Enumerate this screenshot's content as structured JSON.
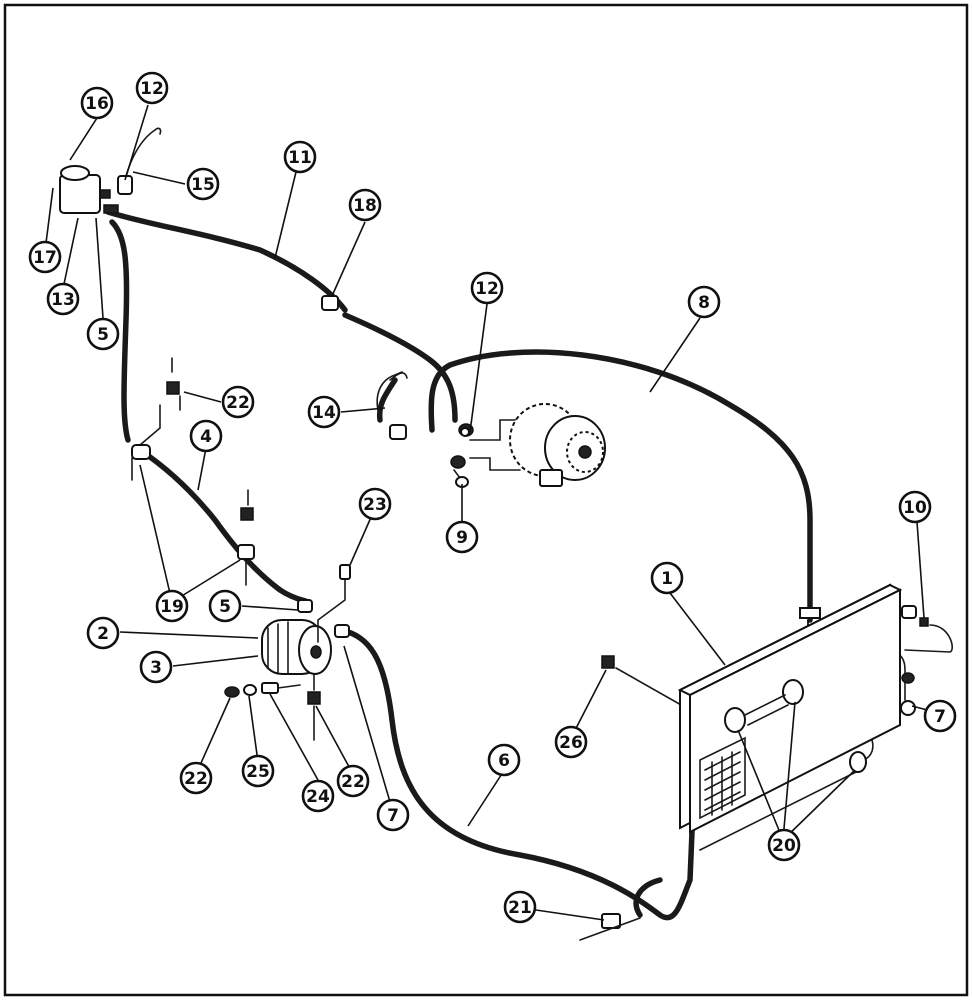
{
  "callouts": [
    {
      "id": "c16",
      "label": "16"
    },
    {
      "id": "c12a",
      "label": "12"
    },
    {
      "id": "c15",
      "label": "15"
    },
    {
      "id": "c11",
      "label": "11"
    },
    {
      "id": "c18",
      "label": "18"
    },
    {
      "id": "c17",
      "label": "17"
    },
    {
      "id": "c13",
      "label": "13"
    },
    {
      "id": "c5a",
      "label": "5"
    },
    {
      "id": "c12b",
      "label": "12"
    },
    {
      "id": "c8",
      "label": "8"
    },
    {
      "id": "c22a",
      "label": "22"
    },
    {
      "id": "c14",
      "label": "14"
    },
    {
      "id": "c4",
      "label": "4"
    },
    {
      "id": "c9",
      "label": "9"
    },
    {
      "id": "c23",
      "label": "23"
    },
    {
      "id": "c10",
      "label": "10"
    },
    {
      "id": "c1",
      "label": "1"
    },
    {
      "id": "c19",
      "label": "19"
    },
    {
      "id": "c5b",
      "label": "5"
    },
    {
      "id": "c2",
      "label": "2"
    },
    {
      "id": "c3",
      "label": "3"
    },
    {
      "id": "c7a",
      "label": "7"
    },
    {
      "id": "c26",
      "label": "26"
    },
    {
      "id": "c6",
      "label": "6"
    },
    {
      "id": "c22b",
      "label": "22"
    },
    {
      "id": "c25",
      "label": "25"
    },
    {
      "id": "c24",
      "label": "24"
    },
    {
      "id": "c22c",
      "label": "22"
    },
    {
      "id": "c7b",
      "label": "7"
    },
    {
      "id": "c20",
      "label": "20"
    },
    {
      "id": "c21",
      "label": "21"
    }
  ]
}
